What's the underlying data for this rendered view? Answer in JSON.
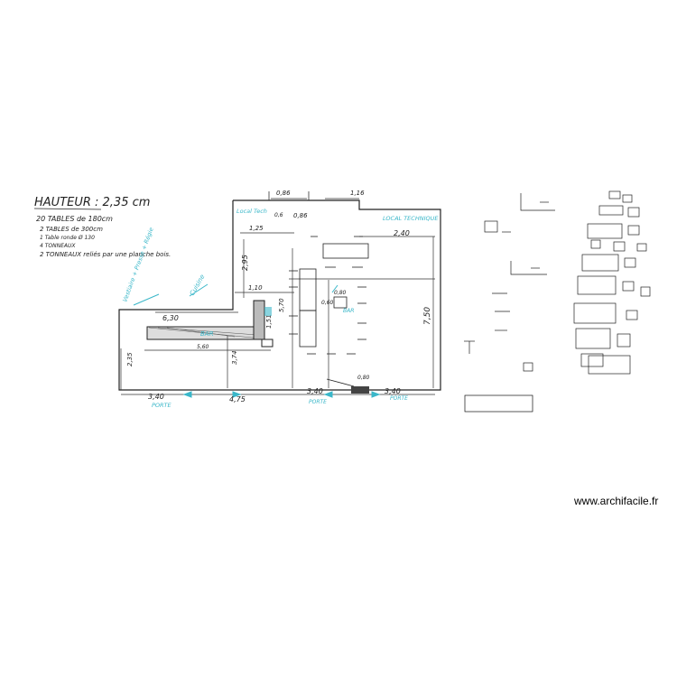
{
  "notes": {
    "hauteur": "HAUTEUR : 2,35 cm",
    "line1": "20 TABLES de 180cm",
    "line2": "2 TABLES de 300cm",
    "line3": "1 Table ronde Ø 130",
    "line4": "4 TONNEAUX",
    "line5": "2 TONNEAUX reliés par une planche bois."
  },
  "labels": {
    "local_tech": "Local Tech",
    "local_technique": "LOCAL TECHNIQUE",
    "vestiaire": "Vestiaire + Presse + Régie",
    "cuisine": "Cuisine",
    "porte1": "PORTE",
    "porte2": "PORTE",
    "porte3": "PORTE",
    "bar": "BAR",
    "bar2": "BAR"
  },
  "dimensions": {
    "d_top1": "0,86",
    "d_top2": "0,86",
    "d_top3": "1,16",
    "d_left_top": "1,25",
    "d_left_v": "2,95",
    "d_right_top": "2,40",
    "d_right_v": "7,50",
    "d_mid1": "1,10",
    "d_mid2": "6,30",
    "d_mid3": "5,60",
    "d_mid4": "5,70",
    "d_mid5": "3,74",
    "d_mid6": "0,60",
    "d_mid7": "0,80",
    "d_left_low": "2,35",
    "d_bottom1": "3,40",
    "d_bottom2": "4,75",
    "d_bottom3": "3,40",
    "d_bottom4": "3,40",
    "d_bar": "1,51",
    "d_small1": "0,6",
    "d_small2": "0,80"
  },
  "watermark": "www.archifacile.fr",
  "colors": {
    "ink": "#222222",
    "accent": "#3ab7c9",
    "background": "#ffffff"
  }
}
